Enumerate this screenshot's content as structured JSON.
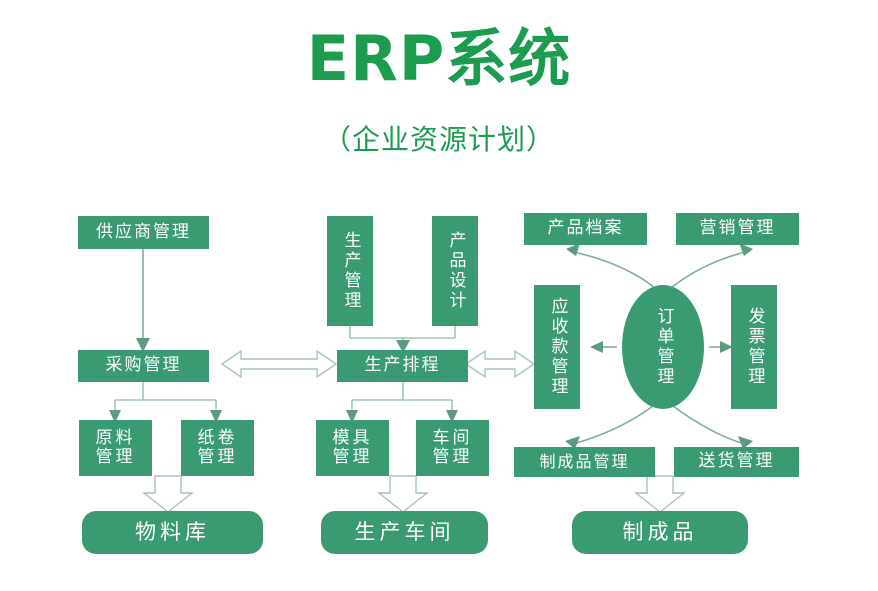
{
  "title": {
    "main": "ERP系统",
    "sub": "（企业资源计划）",
    "color": "#1C9C4F"
  },
  "theme": {
    "node_fill": "#3A9B72",
    "node_text": "#FFFFFF",
    "connector": "#7FAE9A",
    "block_arrow_stroke": "#A9C4B8",
    "background": "#FFFFFF"
  },
  "diagram": {
    "type": "flowchart",
    "columns": [
      {
        "name": "procurement",
        "nodes": [
          "supplier-management",
          "purchasing-management",
          "raw-material-management",
          "paper-roll-management",
          "material-warehouse"
        ]
      },
      {
        "name": "production",
        "nodes": [
          "production-management",
          "product-design",
          "production-scheduling",
          "mold-management",
          "workshop-management",
          "production-workshop"
        ]
      },
      {
        "name": "sales",
        "nodes": [
          "product-archive",
          "marketing-management",
          "receivables-management",
          "order-management",
          "invoice-management",
          "finished-goods-management",
          "delivery-management",
          "finished-goods"
        ]
      }
    ]
  },
  "nodes": {
    "supplier_management": "供应商管理",
    "purchasing_management": "采购管理",
    "raw_material_management": "原料\n管理",
    "paper_roll_management": "纸卷\n管理",
    "material_warehouse": "物料库",
    "production_management": "生产管理",
    "product_design": "产品设计",
    "production_scheduling": "生产排程",
    "mold_management": "模具\n管理",
    "workshop_management": "车间\n管理",
    "production_workshop": "生产车间",
    "product_archive": "产品档案",
    "marketing_management": "营销管理",
    "receivables_management": "应收款管理",
    "order_management": "订单管理",
    "invoice_management": "发票管理",
    "finished_goods_management": "制成品管理",
    "delivery_management": "送货管理",
    "finished_goods": "制成品"
  },
  "connectors": {
    "supplier_to_purchasing": "arrow-down",
    "purchasing_to_materials": "fork-down-arrows",
    "materials_to_warehouse": "block-arrow-down",
    "production_and_design_to_scheduling": "merge-down-arrow",
    "scheduling_to_mold_workshop": "fork-down-arrows",
    "mold_workshop_to_workshop": "block-arrow-down",
    "purchasing_scheduling_link": "double-headed-block-arrow",
    "scheduling_receivables_link": "double-headed-block-arrow",
    "order_to_receivables": "arrow-left",
    "order_to_invoice": "arrow-right",
    "order_to_product_archive": "curved-arrow-up-left",
    "order_to_marketing": "curved-arrow-up-right",
    "order_to_finished_goods_mgmt": "curved-arrow-down-left",
    "order_to_delivery": "curved-arrow-down-right",
    "finished_goods_mgmt_to_finished_goods": "block-arrow-down"
  }
}
